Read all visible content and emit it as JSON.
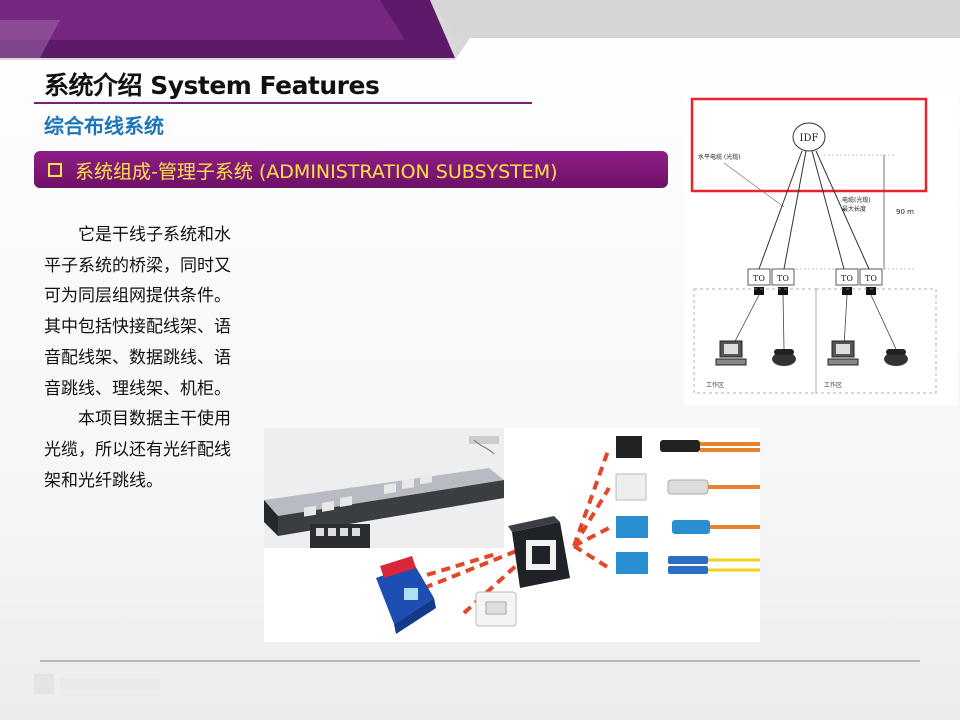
{
  "header": {
    "title": "系统介绍 System Features",
    "subtitle": "综合布线系统"
  },
  "section": {
    "label": "系统组成-管理子系统 (ADMINISTRATION SUBSYSTEM)"
  },
  "body": {
    "paragraphs": [
      "它是干线子系统和水平子系统的桥梁，同时又可为同层组网提供条件。其中包括快接配线架、语音配线架、数据跳线、语音跳线、理线架、机柜。",
      "本项目数据主干使用光缆，所以还有光纤配线架和光纤跳线。"
    ]
  },
  "diagram": {
    "idf_label": "IDF",
    "horizontal_cable_label": "水平电缆 (光缆)",
    "max_length_label_1": "电缆(光缆)",
    "max_length_label_2": "最大长度",
    "distance_label": "90 m",
    "outlet_label": "TO",
    "work_area_label": "工作区"
  },
  "colors": {
    "accent_purple": "#7a1d7e",
    "section_text": "#ffe24a",
    "subtitle_blue": "#1a76b8",
    "diagram_frame": "#e8232d"
  }
}
